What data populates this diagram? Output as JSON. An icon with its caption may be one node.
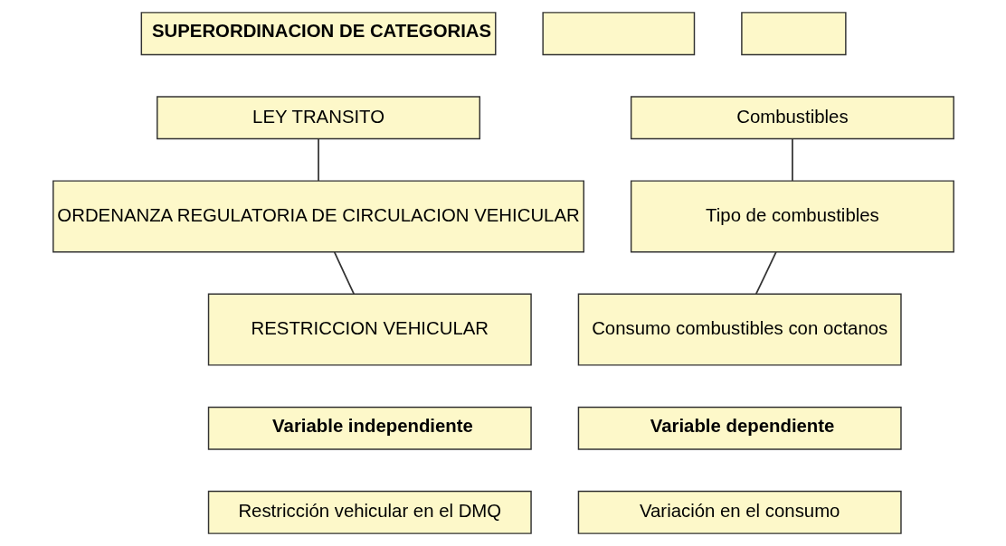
{
  "diagram": {
    "nodes": [
      {
        "text": [
          "SUPERORDINACION DE CATEGORIAS"
        ]
      },
      {
        "text": [],
        "shape": "box"
      },
      {
        "text": [],
        "shape": "box"
      },
      {
        "text": [
          "LEY TRANSITO"
        ]
      },
      {
        "text": [
          "Combustibles"
        ]
      },
      {
        "text": [
          "ORDENANZA REGULATORIA DE CIRCULACION VEHICULAR"
        ]
      },
      {
        "text": [
          "Tipo de combustibles"
        ]
      },
      {
        "text": [
          "RESTRICCION VEHICULAR"
        ]
      },
      {
        "text": [
          "Consumo combustibles con octanos"
        ]
      },
      {
        "text": [
          "Variable independiente"
        ]
      },
      {
        "text": [
          "Variable dependiente"
        ]
      },
      {
        "text": [
          "Restricción vehicular en el DMQ"
        ]
      },
      {
        "text": [
          "Variación en el consumo"
        ]
      }
    ],
    "edges": [
      {
        "from": 3,
        "to": 5,
        "arrow": "none"
      },
      {
        "from": 5,
        "to": 7,
        "arrow": "none"
      },
      {
        "from": 4,
        "to": 6,
        "arrow": "none"
      },
      {
        "from": 6,
        "to": 8,
        "arrow": "none"
      }
    ]
  }
}
